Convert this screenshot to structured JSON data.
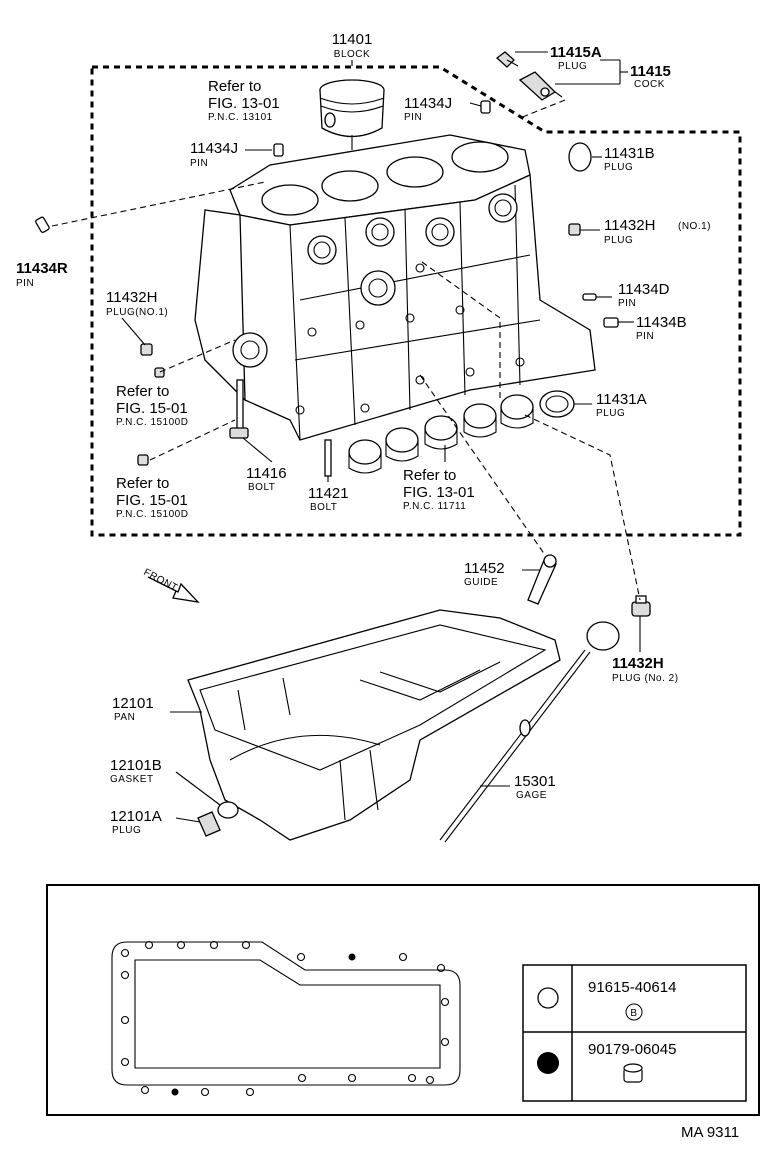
{
  "labels": {
    "p11401": {
      "num": "11401",
      "desc": "BLOCK"
    },
    "p11415A": {
      "num": "11415A",
      "desc": "PLUG"
    },
    "p11415": {
      "num": "11415",
      "desc": "COCK"
    },
    "ref_piston": {
      "l1": "Refer to",
      "l2": "FIG. 13-01",
      "l3": "P.N.C. 13101"
    },
    "p11434J_a": {
      "num": "11434J",
      "desc": "PIN"
    },
    "p11434J_b": {
      "num": "11434J",
      "desc": "PIN"
    },
    "p11431B": {
      "num": "11431B",
      "desc": "PLUG"
    },
    "p11432H_no1r": {
      "num": "11432H",
      "note": "(NO.1)",
      "desc": "PLUG"
    },
    "p11434R": {
      "num": "11434R",
      "desc": "PIN"
    },
    "p11434D": {
      "num": "11434D",
      "desc": "PIN"
    },
    "p11434B": {
      "num": "11434B",
      "desc": "PIN"
    },
    "p11432H_no1l": {
      "num": "11432H",
      "desc": "PLUG(NO.1)"
    },
    "ref_151_a": {
      "l1": "Refer to",
      "l2": "FIG. 15-01",
      "l3": "P.N.C. 15100D"
    },
    "p11431A": {
      "num": "11431A",
      "desc": "PLUG"
    },
    "ref_151_b": {
      "l1": "Refer to",
      "l2": "FIG. 15-01",
      "l3": "P.N.C. 15100D"
    },
    "p11416": {
      "num": "11416",
      "desc": "BOLT"
    },
    "p11421": {
      "num": "11421",
      "desc": "BOLT"
    },
    "ref_bearing": {
      "l1": "Refer to",
      "l2": "FIG. 13-01",
      "l3": "P.N.C. 11711"
    },
    "p11452": {
      "num": "11452",
      "desc": "GUIDE"
    },
    "front": "FRONT",
    "p11432H_no2": {
      "num": "11432H",
      "desc": "PLUG (No. 2)"
    },
    "p12101": {
      "num": "12101",
      "desc": "PAN"
    },
    "p12101B": {
      "num": "12101B",
      "desc": "GASKET"
    },
    "p15301": {
      "num": "15301",
      "desc": "GAGE"
    },
    "p12101A": {
      "num": "12101A",
      "desc": "PLUG"
    }
  },
  "legend": [
    {
      "symbol": "open-circle",
      "part": "91615-40614",
      "mark": "B"
    },
    {
      "symbol": "filled-circle",
      "part": "90179-06045"
    }
  ],
  "footer_code": "MA 9311"
}
